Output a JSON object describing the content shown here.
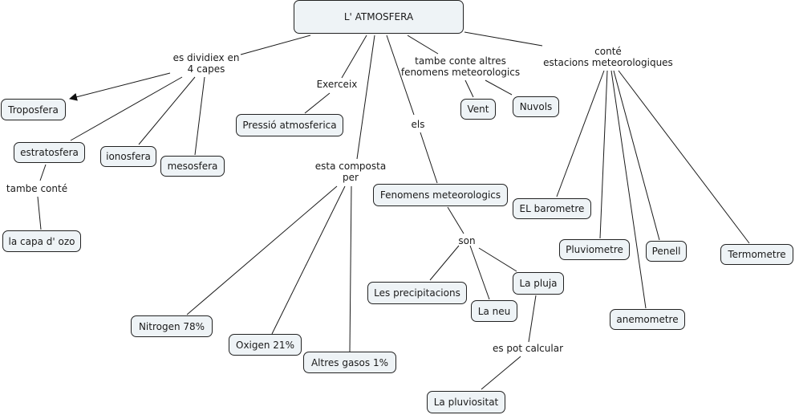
{
  "map": {
    "title": "L' ATMOSFERA",
    "concepts": {
      "atmosfera": "L' ATMOSFERA",
      "troposfera": "Troposfera",
      "estratosfera": "estratosfera",
      "ionosfera": "ionosfera",
      "mesosfera": "mesosfera",
      "capa_ozo": "la capa d' ozo",
      "pressio": "Pressió atmosferica",
      "nitrogen": "Nitrogen 78%",
      "oxigen": "Oxigen 21%",
      "altres_gasos": "Altres gasos 1%",
      "fenomens": "Fenomens meteorologics",
      "precipitacions": "Les precipitacions",
      "neu": "La neu",
      "pluja": "La pluja",
      "pluviositat": "La pluviositat",
      "vent": "Vent",
      "nuvols": "Nuvols",
      "barometre": "EL barometre",
      "pluviometre": "Pluviometre",
      "penell": "Penell",
      "anemometre": "anemometre",
      "termometre": "Termometre"
    },
    "linking_phrases": {
      "es_dividiex": [
        "es dividiex en",
        "4 capes"
      ],
      "tambe_conte": [
        "tambe conté"
      ],
      "exerceix": [
        "Exerceix"
      ],
      "esta_composta": [
        "esta composta",
        "per"
      ],
      "els": [
        "els"
      ],
      "son": [
        "son"
      ],
      "es_pot_calcular": [
        "es pot calcular"
      ],
      "tambe_conte_altres": [
        "tambe conte altres",
        "fenomens meteorologics"
      ],
      "conte_estacions": [
        "conté",
        "estacions meteorologiques"
      ]
    },
    "colors": {
      "concept_fill": "#eef3f6",
      "concept_border": "#222222",
      "link_line": "#1a1a1a",
      "background": "#ffffff"
    }
  }
}
